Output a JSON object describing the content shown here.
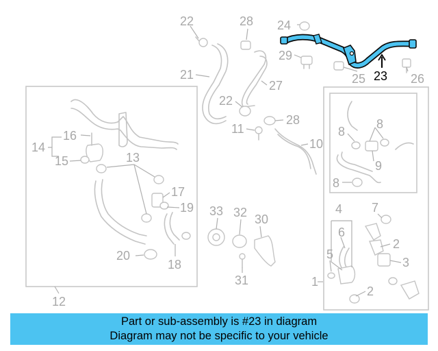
{
  "diagram": {
    "highlighted_part": "23",
    "colors": {
      "highlight": "#4cc3f1",
      "outline": "#c4c4c4",
      "labels": "#a8a8a8",
      "banner": "#4cc3f1"
    },
    "labels": {
      "p1": "1",
      "p2a": "2",
      "p2b": "2",
      "p3": "3",
      "p4": "4",
      "p5": "5",
      "p6": "6",
      "p7": "7",
      "p8a": "8",
      "p8b": "8",
      "p8c": "8",
      "p9": "9",
      "p10": "10",
      "p11": "11",
      "p12": "12",
      "p13": "13",
      "p14": "14",
      "p15": "15",
      "p16": "16",
      "p17": "17",
      "p18": "18",
      "p19": "19",
      "p20": "20",
      "p21": "21",
      "p22a": "22",
      "p22b": "22",
      "p23": "23",
      "p24": "24",
      "p25": "25",
      "p26": "26",
      "p27": "27",
      "p28a": "28",
      "p28b": "28",
      "p29": "29",
      "p30": "30",
      "p31": "31",
      "p32": "32",
      "p33": "33"
    }
  },
  "banner": {
    "line1": "Part or sub-assembly is #23 in diagram",
    "line2": "Diagram may not be specific to your vehicle"
  }
}
